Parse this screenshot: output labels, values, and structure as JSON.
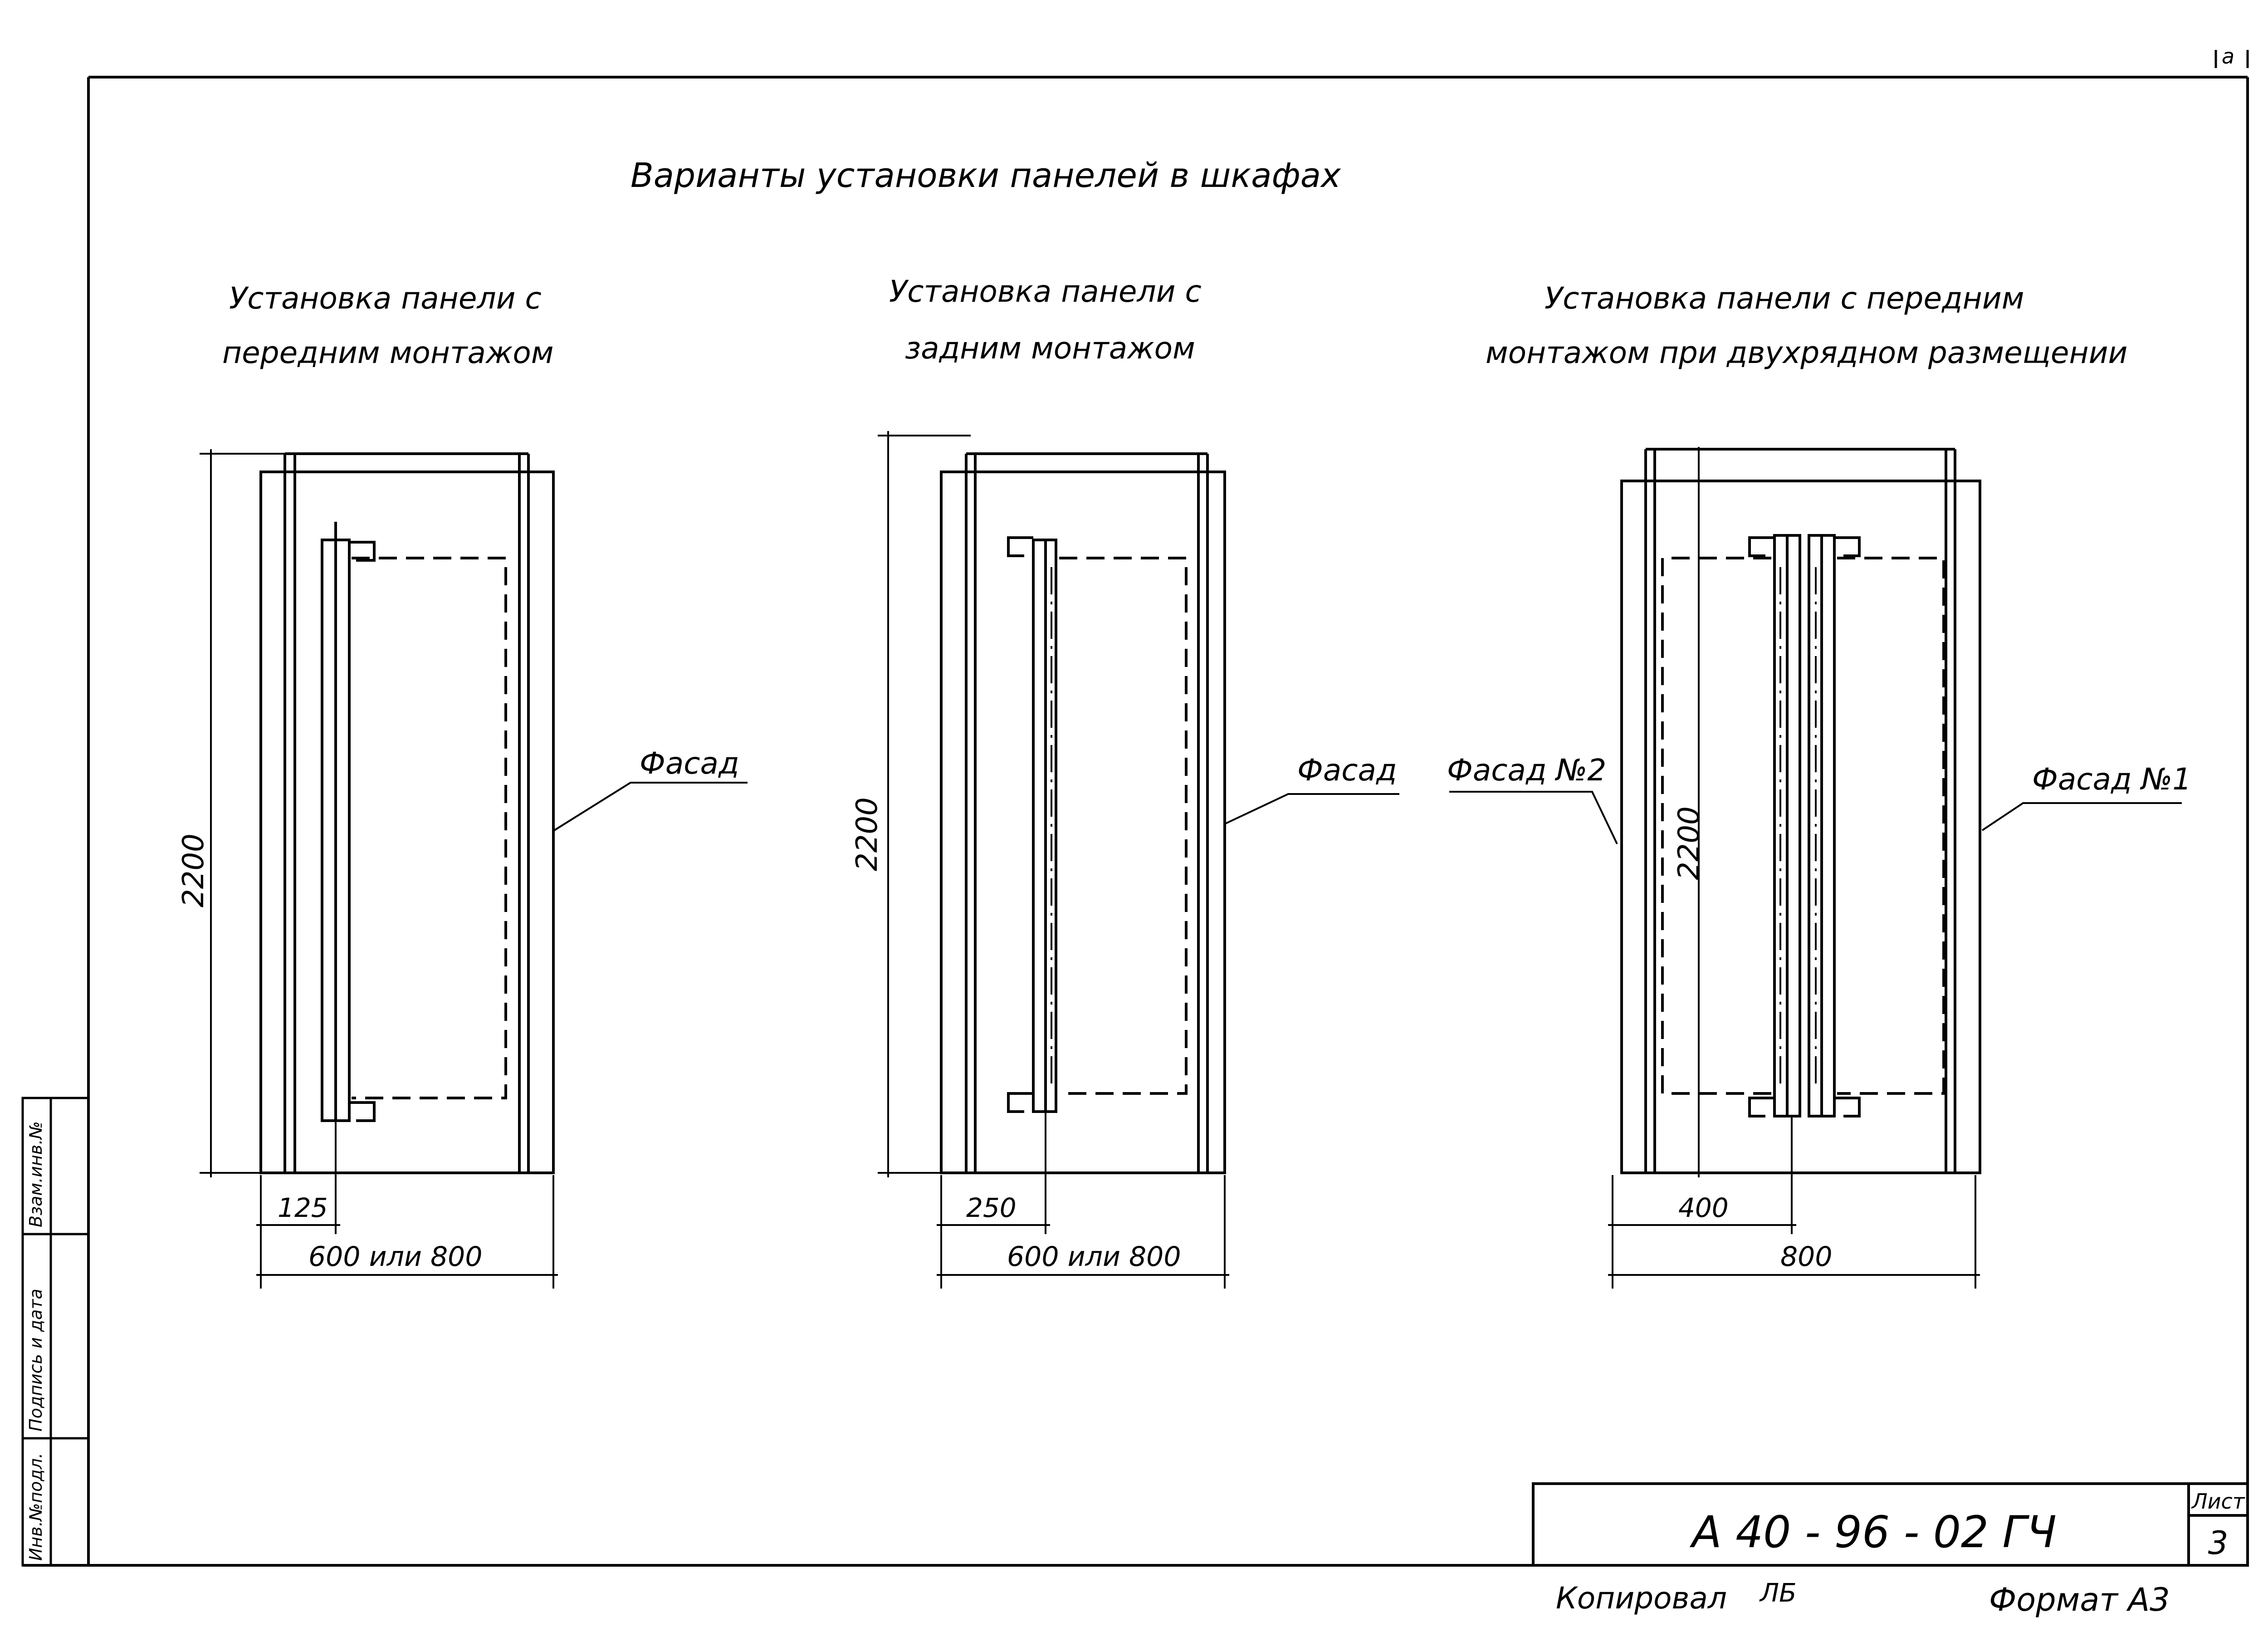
{
  "title": "Варианты установки панелей в шкафах",
  "variants": [
    {
      "caption_line1": "Установка панели с",
      "caption_line2": "передним монтажом",
      "height_dim": "2200",
      "offset_dim": "125",
      "width_dim": "600 или 800",
      "facade_label": "Фасад"
    },
    {
      "caption_line1": "Установка панели с",
      "caption_line2": "задним монтажом",
      "height_dim": "2200",
      "offset_dim": "250",
      "width_dim": "600 или 800",
      "facade_label": "Фасад"
    },
    {
      "caption_line1": "Установка панели с передним",
      "caption_line2": "монтажом при двухрядном размещении",
      "height_dim": "2200",
      "offset_dim": "400",
      "width_dim": "800",
      "facade_label_left": "Фасад №2",
      "facade_label_right": "Фасад №1"
    }
  ],
  "side_stamp": {
    "cell1": "Инв.№подл.",
    "cell2": "Подпись и дата",
    "cell3": "Взам.инв.№"
  },
  "title_block": {
    "designation": "А 40 - 96 - 02 ГЧ",
    "sheet_label": "Лист",
    "sheet_number": "3"
  },
  "footer": {
    "copied_label": "Копировал",
    "copied_signature": "ЛБ",
    "format_label": "Формат А3"
  },
  "corner_mark": "а"
}
